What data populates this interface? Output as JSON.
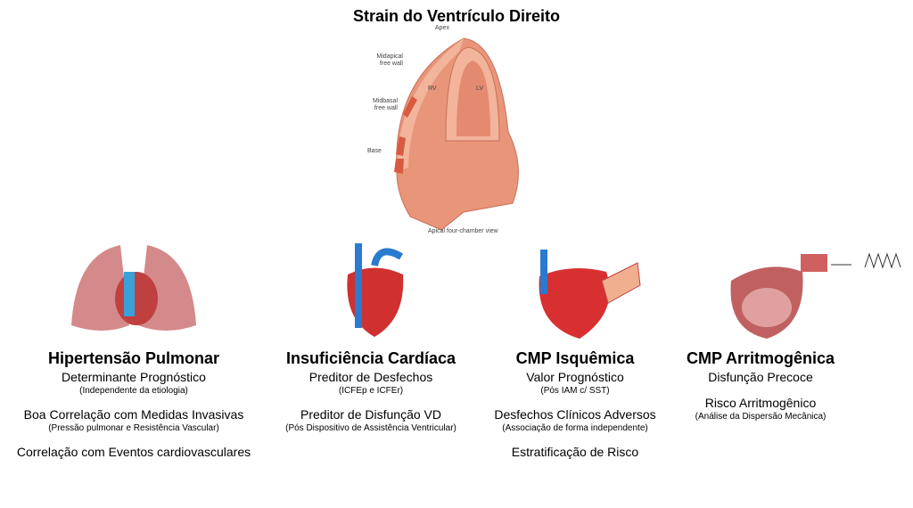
{
  "title": "Strain do Ventrículo Direito",
  "diagram": {
    "apex": "Apex",
    "midapical": "Midapical free wall",
    "midbasal": "Midbasal free wall",
    "base": "Base",
    "rv": "RV",
    "lv": "LV",
    "caption": "Apical four-chamber view"
  },
  "columns": [
    {
      "heading": "Hipertensão Pulmonar",
      "items": [
        {
          "main": "Determinante Prognóstico",
          "note": "(Independente da etiologia)"
        },
        {
          "main": "Boa Correlação com Medidas Invasivas",
          "note": "(Pressão pulmonar e Resistência Vascular)"
        },
        {
          "main": "Correlação com Eventos cardiovasculares",
          "note": ""
        }
      ]
    },
    {
      "heading": "Insuficiência Cardíaca",
      "items": [
        {
          "main": "Preditor de Desfechos",
          "note": "(ICFEp e ICFEr)"
        },
        {
          "main": "Preditor de Disfunção VD",
          "note": "(Pós Dispositivo de Assistência Ventricular)"
        }
      ]
    },
    {
      "heading": "CMP Isquêmica",
      "items": [
        {
          "main": "Valor Prognóstico",
          "note": "(Pós IAM c/ SST)"
        },
        {
          "main": "Desfechos Clínicos Adversos",
          "note": "(Associação de forma independente)"
        },
        {
          "main": "Estratificação de Risco",
          "note": ""
        }
      ]
    },
    {
      "heading": "CMP Arritmogênica",
      "items": [
        {
          "main": "Disfunção Precoce",
          "note": ""
        },
        {
          "main": "Risco Arritmogênico",
          "note": "(Análise da Dispersão Mecânica)"
        }
      ]
    }
  ]
}
